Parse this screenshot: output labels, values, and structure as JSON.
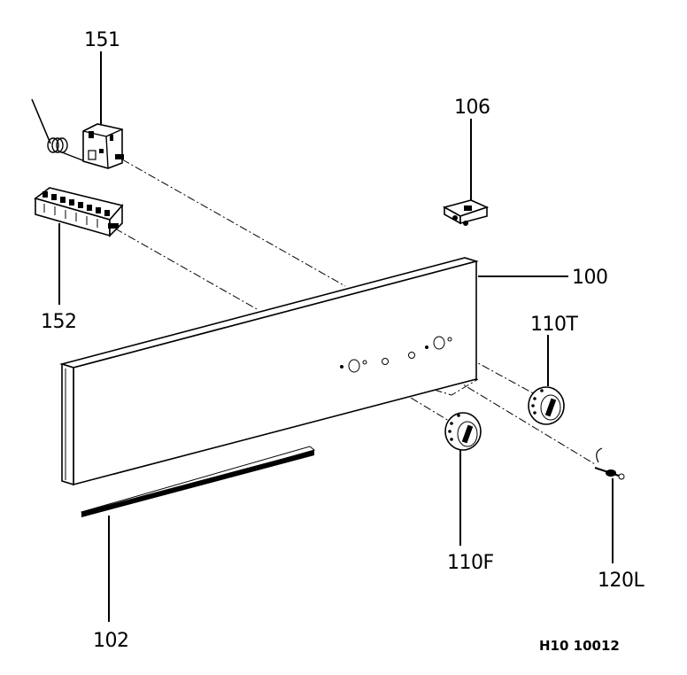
{
  "labels": {
    "p151": "151",
    "p152": "152",
    "p106": "106",
    "p100": "100",
    "p110T": "110T",
    "p110F": "110F",
    "p120L": "120L",
    "p102": "102"
  },
  "drawing_code": "H10 10012",
  "colors": {
    "ink": "#000000",
    "paper": "#ffffff"
  }
}
